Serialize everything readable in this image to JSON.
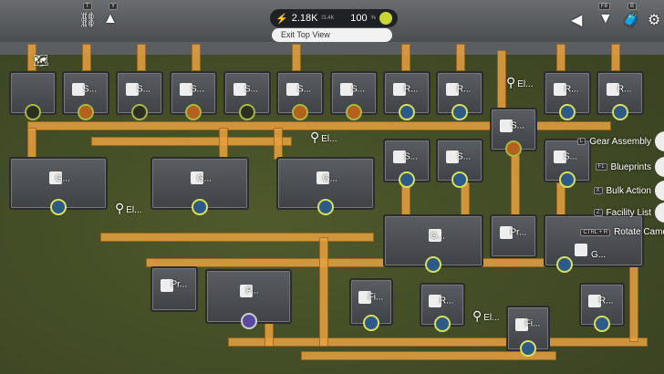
{
  "hud": {
    "power_value": "2.18K",
    "power_max": "/3.4K",
    "percent": "100",
    "percent_unit": "%",
    "exit_top_view": "Exit Top View"
  },
  "top_keys": {
    "t": "T",
    "y": "Y",
    "f8": "F8",
    "b": "B"
  },
  "side_menu": [
    {
      "key": "L",
      "label": "Gear Assembly"
    },
    {
      "key": "F1",
      "label": "Blueprints"
    },
    {
      "key": "X",
      "label": "Bulk Action"
    },
    {
      "key": "Z",
      "label": "Facility List"
    },
    {
      "key": "CTRL + R",
      "label": "Rotate Came"
    }
  ],
  "machines": {
    "s": "S...",
    "r": "R...",
    "g": "G...",
    "pr": "Pr...",
    "p": "P...",
    "fi": "Fi...",
    "el": "El..."
  },
  "colors": {
    "belt": "#e8a240",
    "grass": "#434d26",
    "accent": "#d8e05a"
  }
}
